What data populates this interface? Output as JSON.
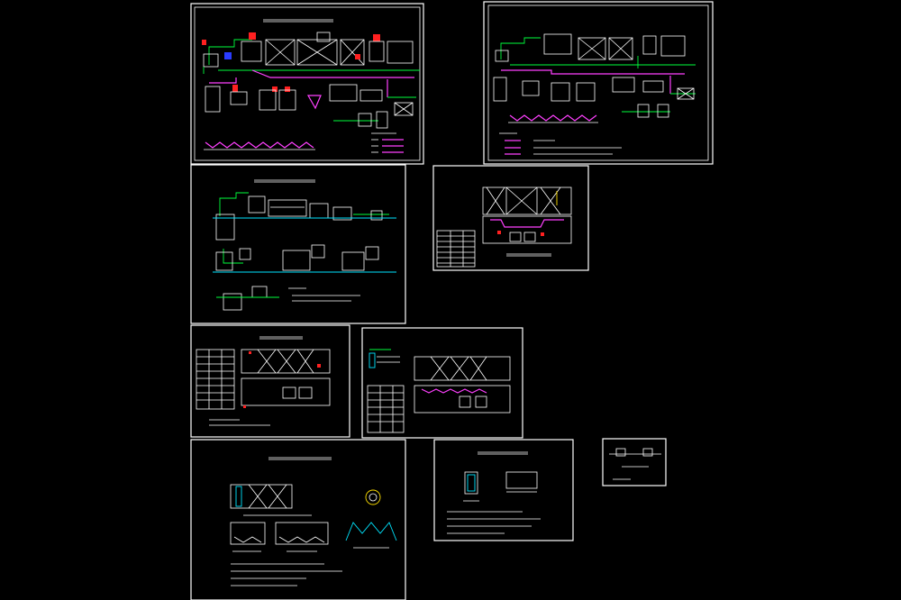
{
  "colors": {
    "background": "#000000",
    "frame": "#ffffff",
    "pipe_green": "#00ff3c",
    "pipe_magenta": "#ff40ff",
    "equipment_cyan": "#00e5ff",
    "valve_red": "#ff2020",
    "accent_yellow": "#ffe000",
    "pump_blue": "#2a3cff"
  },
  "sheets": [
    {
      "id": "sheet-1",
      "kind": "process-flow-diagram"
    },
    {
      "id": "sheet-2",
      "kind": "process-flow-diagram"
    },
    {
      "id": "sheet-3",
      "kind": "process-flow-diagram"
    },
    {
      "id": "sheet-4",
      "kind": "equipment-layout-with-table"
    },
    {
      "id": "sheet-5",
      "kind": "equipment-layout-with-table"
    },
    {
      "id": "sheet-6",
      "kind": "equipment-layout-with-table"
    },
    {
      "id": "sheet-7",
      "kind": "construction-detail"
    },
    {
      "id": "sheet-8",
      "kind": "construction-detail"
    },
    {
      "id": "sheet-9",
      "kind": "small-detail"
    }
  ]
}
